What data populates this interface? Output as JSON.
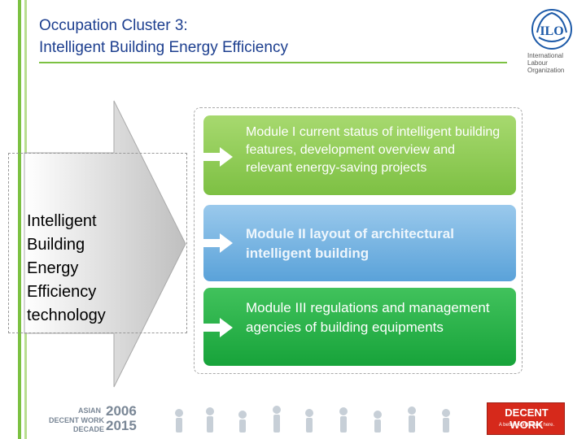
{
  "header": {
    "title_line1": "Occupation Cluster 3:",
    "title_line2": "Intelligent Building Energy Efficiency"
  },
  "logo": {
    "text": [
      "International",
      "Labour",
      "Organization"
    ],
    "letters": "ILO"
  },
  "diagram": {
    "cluster_label": [
      "Intelligent",
      "Building",
      "Energy",
      "Efficiency",
      "technology"
    ],
    "modules": [
      {
        "text": "Module I current status of intelligent building features, development overview and relevant energy-saving projects",
        "color": "#7cc142"
      },
      {
        "text": "Module II layout of architectural intelligent building",
        "color": "#5aa2d9"
      },
      {
        "text": "Module III regulations and management agencies of building equipments",
        "color": "#17a33a"
      }
    ]
  },
  "footer": {
    "decent_work_logo": {
      "asian": "ASIAN",
      "decent_work": "DECENT WORK",
      "decade": "DECADE",
      "year_start": "2006",
      "year_end": "2015"
    },
    "badge": {
      "main": "DECENT WORK",
      "sub": "A better world starts here."
    }
  },
  "colors": {
    "title": "#1d3f8f",
    "accent_green": "#7cc142",
    "badge_red": "#d6291b"
  }
}
